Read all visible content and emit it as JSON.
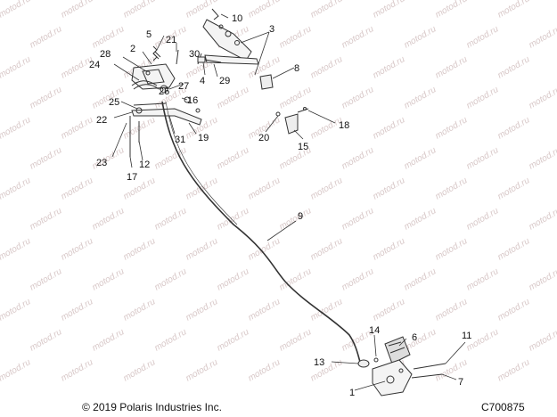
{
  "watermark": "motod.ru",
  "callouts": {
    "n1": "1",
    "n2": "2",
    "n3": "3",
    "n4": "4",
    "n5": "5",
    "n6": "6",
    "n7": "7",
    "n8": "8",
    "n9": "9",
    "n10": "10",
    "n11": "11",
    "n12": "12",
    "n13": "13",
    "n14": "14",
    "n15": "15",
    "n16": "16",
    "n17": "17",
    "n18": "18",
    "n19": "19",
    "n20": "20",
    "n21": "21",
    "n22": "22",
    "n23": "23",
    "n24": "24",
    "n25": "25",
    "n26": "26",
    "n27": "27",
    "n28": "28",
    "n29": "29",
    "n30": "30",
    "n31": "31"
  },
  "footer": {
    "copyright": "© 2019 Polaris Industries Inc.",
    "code": "C700875"
  },
  "colors": {
    "line": "#333333",
    "text": "#111111",
    "watermark": "#d8c8c8"
  }
}
